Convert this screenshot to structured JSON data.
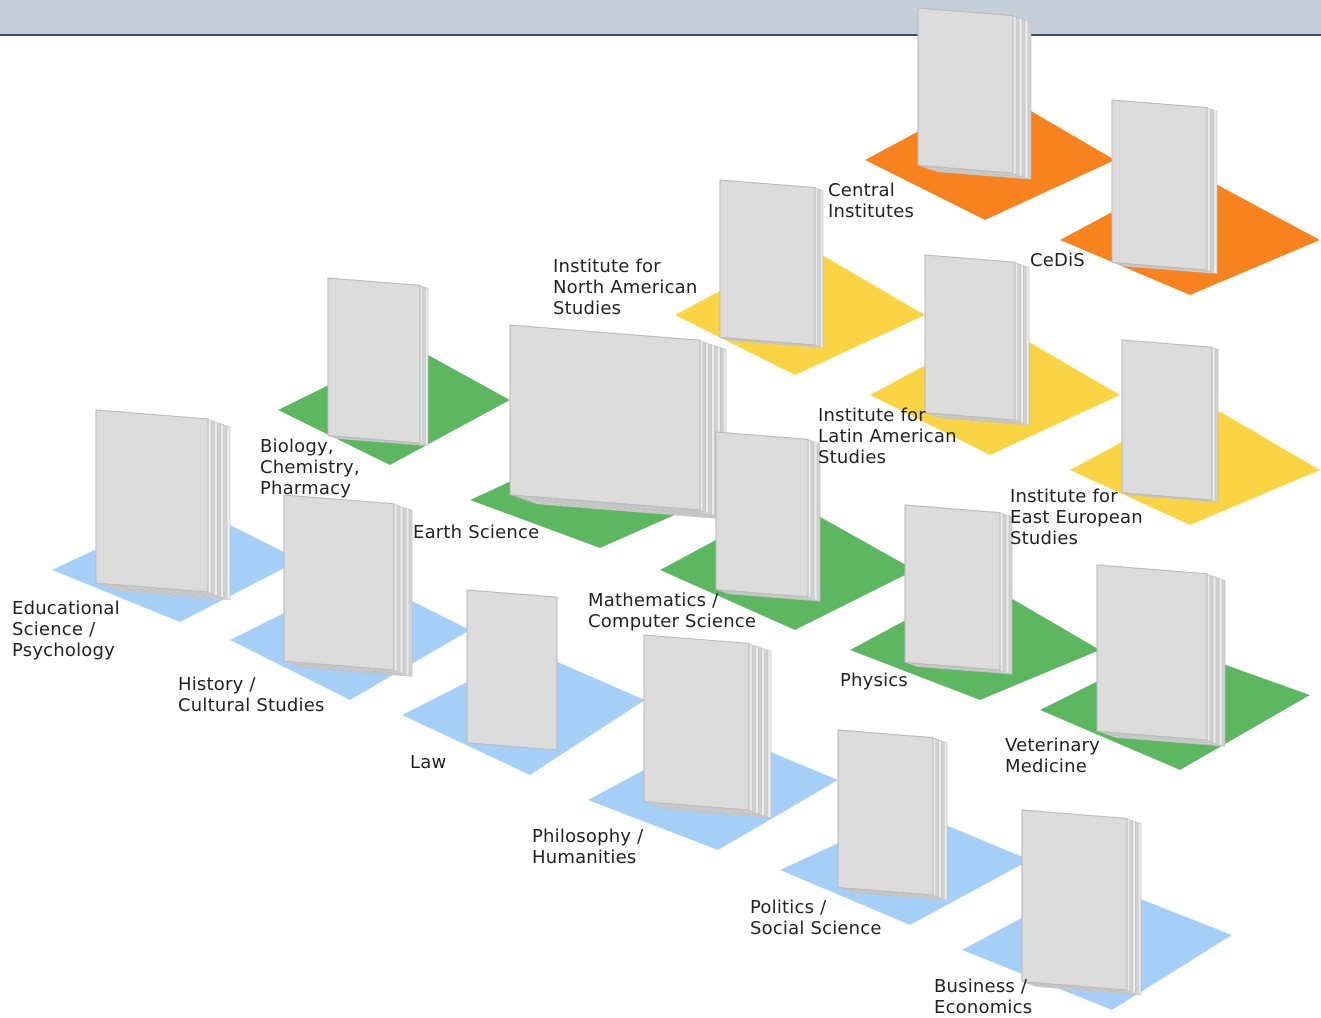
{
  "colors": {
    "blue": "#a6cff8",
    "green": "#5cb760",
    "yellow": "#fbd443",
    "orange": "#f7821e",
    "book": "#dcdcdc",
    "book_edge": "#b8b8b8",
    "header_bar": "#c5cfda",
    "header_rule": "#3a4d7a"
  },
  "units": [
    {
      "id": "cedis",
      "lines": [
        "CeDiS"
      ],
      "color": "orange"
    },
    {
      "id": "central-institutes",
      "lines": [
        "Central",
        "Institutes"
      ],
      "color": "orange"
    },
    {
      "id": "inst-north-american",
      "lines": [
        "Institute for",
        "North American",
        "Studies"
      ],
      "color": "yellow"
    },
    {
      "id": "inst-latin-american",
      "lines": [
        "Institute for",
        "Latin American",
        "Studies"
      ],
      "color": "yellow"
    },
    {
      "id": "inst-east-european",
      "lines": [
        "Institute for",
        "East European",
        "Studies"
      ],
      "color": "yellow"
    },
    {
      "id": "biology-chemistry-pharmacy",
      "lines": [
        "Biology,",
        "Chemistry,",
        "Pharmacy"
      ],
      "color": "green"
    },
    {
      "id": "earth-science",
      "lines": [
        "Earth Science"
      ],
      "color": "green"
    },
    {
      "id": "mathematics-computer-science",
      "lines": [
        "Mathematics /",
        "Computer Science"
      ],
      "color": "green"
    },
    {
      "id": "physics",
      "lines": [
        "Physics"
      ],
      "color": "green"
    },
    {
      "id": "veterinary-medicine",
      "lines": [
        "Veterinary",
        "Medicine"
      ],
      "color": "green"
    },
    {
      "id": "educational-science-psychology",
      "lines": [
        "Educational",
        "Science /",
        "Psychology"
      ],
      "color": "blue"
    },
    {
      "id": "history-cultural-studies",
      "lines": [
        "History /",
        "Cultural Studies"
      ],
      "color": "blue"
    },
    {
      "id": "law",
      "lines": [
        "Law"
      ],
      "color": "blue"
    },
    {
      "id": "philosophy-humanities",
      "lines": [
        "Philosophy /",
        "Humanities"
      ],
      "color": "blue"
    },
    {
      "id": "politics-social-science",
      "lines": [
        "Politics /",
        "Social Science"
      ],
      "color": "blue"
    },
    {
      "id": "business-economics",
      "lines": [
        "Business /",
        "Economics"
      ],
      "color": "blue"
    }
  ]
}
